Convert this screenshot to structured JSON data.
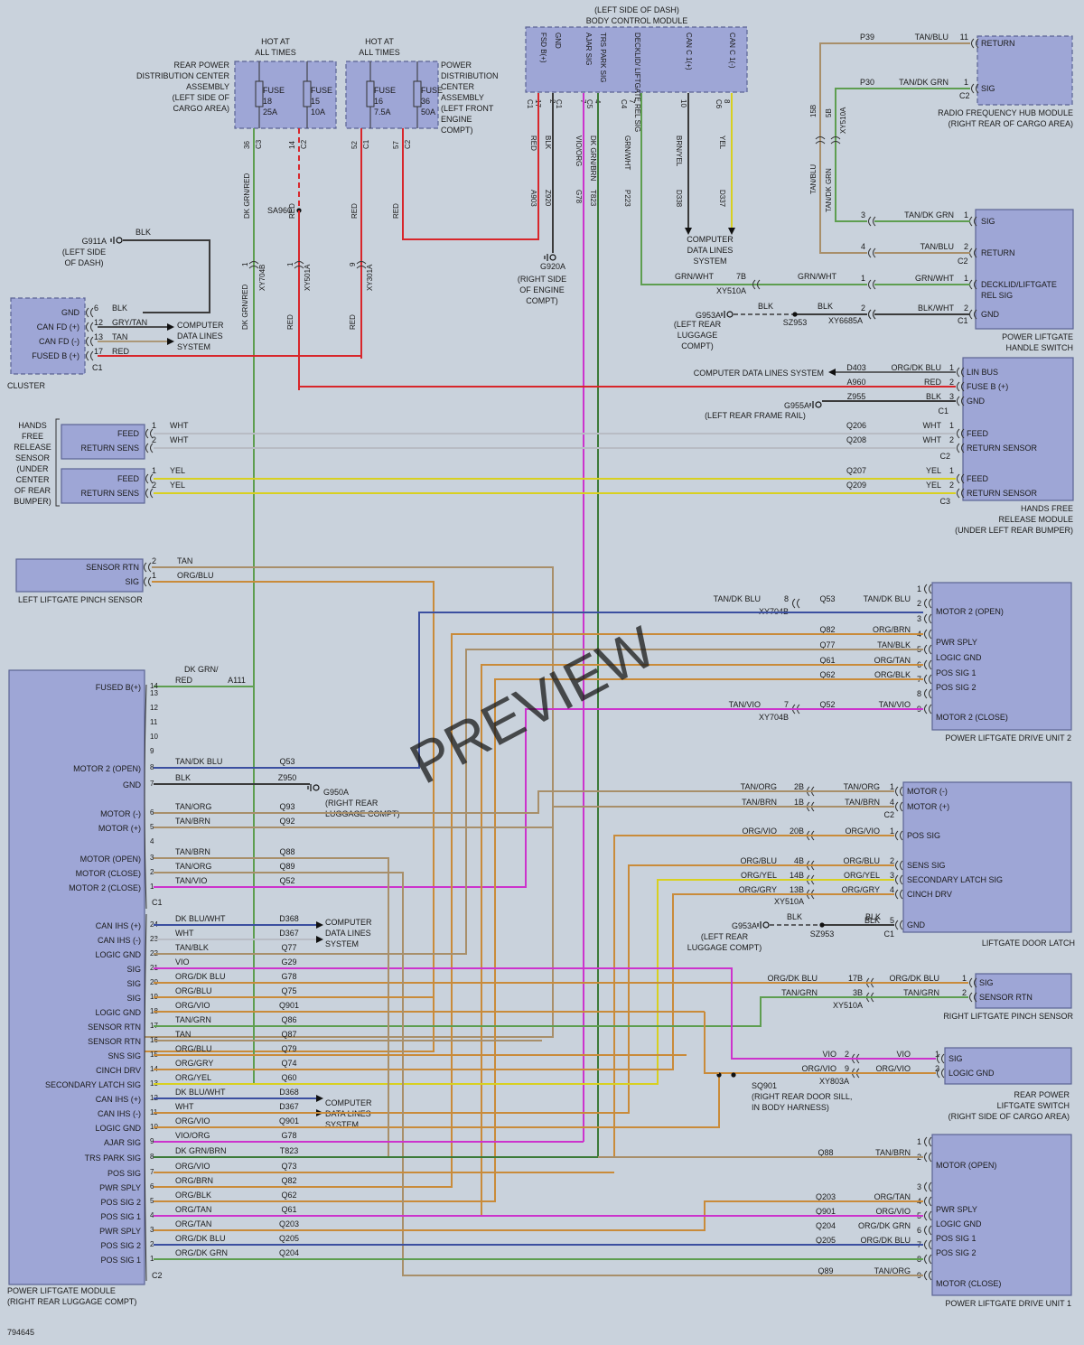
{
  "bcm": {
    "title": "BODY CONTROL MODULE",
    "loc": "(LEFT SIDE OF DASH)",
    "pins": [
      {
        "label": "FSD B(+)",
        "conn": "C1",
        "num": "17",
        "color": "RED",
        "circuit": "A903"
      },
      {
        "label": "GND",
        "conn": "",
        "num": "2",
        "color": "BLK",
        "circuit": "Z920"
      },
      {
        "label": "",
        "conn": "C1",
        "num": "",
        "color": "",
        "circuit": ""
      },
      {
        "label": "AJAR SIG",
        "conn": "",
        "num": "7",
        "color": "VIO/ORG",
        "circuit": "G78"
      },
      {
        "label": "TRS PARK SIG",
        "conn": "C5",
        "num": "4",
        "color": "DK GRN/BRN",
        "circuit": "T823"
      },
      {
        "label": "DECKLID/ LIFTGATE REL SIG",
        "conn": "C4",
        "num": "7",
        "color": "GRN/WHT",
        "circuit": "P223"
      },
      {
        "label": "CAN C 1(+)",
        "conn": "",
        "num": "10",
        "color": "BRN/YEL",
        "circuit": "D338"
      },
      {
        "label": "CAN C 1(-)",
        "conn": "C6",
        "num": "8",
        "color": "YEL",
        "circuit": "D337"
      }
    ],
    "g920a": "G920A",
    "g920a_loc": [
      "(RIGHT SIDE",
      "OF ENGINE",
      "COMPT)"
    ],
    "cdl": [
      "COMPUTER",
      "DATA LINES",
      "SYSTEM"
    ]
  },
  "hot_at_all_times": [
    "HOT AT",
    "ALL TIMES"
  ],
  "rear_pdc": {
    "name": [
      "REAR POWER",
      "DISTRIBUTION CENTER",
      "ASSEMBLY",
      "(LEFT SIDE OF",
      "CARGO AREA)"
    ],
    "fuses": [
      {
        "label": "FUSE",
        "num": "18",
        "amp": "25A"
      },
      {
        "label": "FUSE",
        "num": "15",
        "amp": "10A"
      }
    ],
    "pins": [
      {
        "num": "36",
        "conn": "C3",
        "color": "DK GRN/RED"
      },
      {
        "num": "14",
        "conn": "C2",
        "color": "RED"
      }
    ]
  },
  "front_pdc": {
    "name": [
      "POWER",
      "DISTRIBUTION",
      "CENTER",
      "ASSEMBLY",
      "(LEFT FRONT",
      "ENGINE",
      "COMPT)"
    ],
    "fuses": [
      {
        "label": "FUSE",
        "num": "16",
        "amp": "7.5A"
      },
      {
        "label": "FUSE",
        "num": "36",
        "amp": "50A"
      }
    ],
    "pins": [
      {
        "num": "52",
        "conn": "C1",
        "color": "RED"
      },
      {
        "num": "57",
        "conn": "C2",
        "color": "RED"
      }
    ]
  },
  "splice_sa960": "SA960",
  "inline_xy704b": {
    "pin": "1",
    "id": "XY704B",
    "color": "DK GRN/RED"
  },
  "inline_xy501a": {
    "pin": "1",
    "id": "XY501A",
    "color": "RED"
  },
  "inline_xy301a": {
    "pin": "9",
    "id": "XY301A",
    "color": "RED"
  },
  "g911a": {
    "id": "G911A",
    "color": "BLK",
    "loc": [
      "(LEFT SIDE",
      "OF DASH)"
    ]
  },
  "cluster": {
    "name": "CLUSTER",
    "conn": "C1",
    "pins": [
      {
        "label": "GND",
        "num": "6",
        "color": "BLK"
      },
      {
        "label": "CAN FD (+)",
        "num": "12",
        "color": "GRY/TAN"
      },
      {
        "label": "CAN FD (-)",
        "num": "13",
        "color": "TAN"
      },
      {
        "label": "FUSED B (+)",
        "num": "17",
        "color": "RED"
      }
    ],
    "cdl": [
      "COMPUTER",
      "DATA LINES",
      "SYSTEM"
    ]
  },
  "rf_hub": {
    "name": [
      "RADIO FREQUENCY HUB MODULE",
      "(RIGHT REAR OF CARGO AREA)"
    ],
    "conn": "C2",
    "pins": [
      {
        "label": "RETURN",
        "num": "11",
        "color": "TAN/BLU",
        "circuit": "P39"
      },
      {
        "label": "SIG",
        "num": "1",
        "color": "TAN/DK GRN",
        "circuit": "P30"
      }
    ]
  },
  "xy510a_top": {
    "id": "XY510A",
    "pins": [
      "15B",
      "5B"
    ],
    "colors": [
      "TAN/BLU",
      "TAN/DK GRN"
    ]
  },
  "handle_switch": {
    "name": [
      "POWER LIFTGATE",
      "HANDLE SWITCH"
    ],
    "conn_a": "C2",
    "conn_b": "C1",
    "pins": [
      {
        "label": "SIG",
        "num": "1",
        "left": "3",
        "color": "TAN/DK GRN"
      },
      {
        "label": "RETURN",
        "num": "2",
        "left": "4",
        "color": "TAN/BLU"
      },
      {
        "label": "DECKLID/LIFTGATE",
        "label2": "REL SIG",
        "num": "1",
        "left": "1",
        "color": "GRN/WHT"
      },
      {
        "label": "GND",
        "num": "2",
        "left": "2",
        "color": "BLK/WHT"
      }
    ],
    "xy510a": "XY510A",
    "xy510a_pin": "7B",
    "xy510a_color": "GRN/WHT",
    "xy6685a": "XY6685A",
    "sz953": "SZ953",
    "g953a": "G953A",
    "blk": "BLK",
    "g953a_loc": [
      "(LEFT REAR",
      "LUGGAGE",
      "COMPT)"
    ]
  },
  "hfr_module": {
    "name": [
      "HANDS FREE",
      "RELEASE MODULE",
      "(UNDER LEFT REAR BUMPER)"
    ],
    "c1": [
      {
        "label": "LIN BUS",
        "num": "1",
        "circuit": "D403",
        "color": "ORG/DK BLU"
      },
      {
        "label": "FUSE B (+)",
        "num": "2",
        "circuit": "A960",
        "color": "RED"
      },
      {
        "label": "GND",
        "num": "3",
        "circuit": "Z955",
        "color": "BLK"
      }
    ],
    "cdl": "COMPUTER DATA LINES SYSTEM",
    "g955a": "G955A",
    "g955a_loc": "(LEFT REAR FRAME RAIL)",
    "c2": [
      {
        "label": "FEED",
        "num": "1",
        "circuit": "Q206",
        "color": "WHT"
      },
      {
        "label": "RETURN SENSOR",
        "num": "2",
        "circuit": "Q208",
        "color": "WHT"
      }
    ],
    "c3": [
      {
        "label": "FEED",
        "num": "1",
        "circuit": "Q207",
        "color": "YEL"
      },
      {
        "label": "RETURN SENSOR",
        "num": "2",
        "circuit": "Q209",
        "color": "YEL"
      }
    ],
    "conns": [
      "C1",
      "C2",
      "C3"
    ]
  },
  "hfr_sensor": {
    "name": [
      "HANDS",
      "FREE",
      "RELEASE",
      "SENSOR",
      "(UNDER",
      "CENTER",
      "OF REAR",
      "BUMPER)"
    ],
    "a": [
      {
        "label": "FEED",
        "num": "1",
        "color": "WHT"
      },
      {
        "label": "RETURN SENS",
        "num": "2",
        "color": "WHT"
      }
    ],
    "b": [
      {
        "label": "FEED",
        "num": "1",
        "color": "YEL"
      },
      {
        "label": "RETURN SENS",
        "num": "2",
        "color": "YEL"
      }
    ]
  },
  "left_pinch": {
    "name": "LEFT LIFTGATE PINCH SENSOR",
    "pins": [
      {
        "label": "SENSOR RTN",
        "num": "2",
        "color": "TAN"
      },
      {
        "label": "SIG",
        "num": "1",
        "color": "ORG/BLU"
      }
    ]
  },
  "drive_unit_2": {
    "name": "POWER LIFTGATE DRIVE UNIT 2",
    "pins": [
      {
        "num": "1",
        "label": "",
        "circuit": "",
        "color": "",
        "xy": ""
      },
      {
        "num": "2",
        "label": "MOTOR 2 (OPEN)",
        "circuit": "Q53",
        "color": "TAN/DK BLU",
        "xy": "8",
        "xycolor": "TAN/DK BLU"
      },
      {
        "num": "3",
        "label": "",
        "circuit": "",
        "color": ""
      },
      {
        "num": "4",
        "label": "PWR SPLY",
        "circuit": "Q82",
        "color": "ORG/BRN"
      },
      {
        "num": "5",
        "label": "LOGIC GND",
        "circuit": "Q77",
        "color": "TAN/BLK"
      },
      {
        "num": "6",
        "label": "POS SIG 1",
        "circuit": "Q61",
        "color": "ORG/TAN"
      },
      {
        "num": "7",
        "label": "POS SIG 2",
        "circuit": "Q62",
        "color": "ORG/BLK"
      },
      {
        "num": "8",
        "label": "",
        "circuit": "",
        "color": ""
      },
      {
        "num": "9",
        "label": "MOTOR 2 (CLOSE)",
        "circuit": "Q52",
        "color": "TAN/VIO",
        "xy": "7",
        "xycolor": "TAN/VIO"
      }
    ],
    "xy704b": "XY704B"
  },
  "door_latch": {
    "name": "LIFTGATE DOOR LATCH",
    "xy510a": "XY510A",
    "c2": [
      {
        "label": "MOTOR (-)",
        "num": "1",
        "left": "2B",
        "color": "TAN/ORG"
      },
      {
        "label": "MOTOR (+)",
        "num": "4",
        "left": "1B",
        "color": "TAN/BRN"
      }
    ],
    "c1": [
      {
        "label": "POS SIG",
        "num": "1",
        "left": "20B",
        "color": "ORG/VIO"
      },
      {
        "label": "SENS SIG",
        "num": "2",
        "left": "4B",
        "color": "ORG/BLU"
      },
      {
        "label": "SECONDARY LATCH SIG",
        "num": "3",
        "left": "14B",
        "color": "ORG/YEL"
      },
      {
        "label": "CINCH DRV",
        "num": "4",
        "left": "13B",
        "color": "ORG/GRY"
      },
      {
        "label": "GND",
        "num": "5",
        "left": "",
        "color": "BLK"
      }
    ],
    "conns": [
      "C2",
      "C1"
    ],
    "g953a": "G953A",
    "sz953": "SZ953",
    "blk": "BLK",
    "g953a_loc": [
      "(LEFT REAR",
      "LUGGAGE COMPT)"
    ]
  },
  "right_pinch": {
    "name": "RIGHT LIFTGATE PINCH SENSOR",
    "xy510a": "XY510A",
    "pins": [
      {
        "label": "SIG",
        "num": "1",
        "left": "17B",
        "color": "ORG/DK BLU"
      },
      {
        "label": "SENSOR RTN",
        "num": "2",
        "left": "3B",
        "color": "TAN/GRN"
      }
    ]
  },
  "rear_switch": {
    "name": [
      "REAR POWER",
      "LIFTGATE SWITCH",
      "(RIGHT SIDE OF CARGO AREA)"
    ],
    "xy803a": "XY803A",
    "pins": [
      {
        "label": "SIG",
        "num": "1",
        "left": "2",
        "color": "VIO"
      },
      {
        "label": "LOGIC GND",
        "num": "2",
        "left": "9",
        "color": "ORG/VIO"
      }
    ]
  },
  "sq901": {
    "id": "SQ901",
    "loc": [
      "(RIGHT REAR DOOR SILL,",
      "IN BODY HARNESS)"
    ]
  },
  "drive_unit_1": {
    "name": "POWER LIFTGATE DRIVE UNIT 1",
    "pins": [
      {
        "num": "1",
        "label": "",
        "circuit": "",
        "color": ""
      },
      {
        "num": "2",
        "label": "MOTOR (OPEN)",
        "circuit": "Q88",
        "color": "TAN/BRN"
      },
      {
        "num": "3",
        "label": "",
        "circuit": "",
        "color": ""
      },
      {
        "num": "4",
        "label": "PWR SPLY",
        "circuit": "Q203",
        "color": "ORG/TAN"
      },
      {
        "num": "5",
        "label": "LOGIC GND",
        "circuit": "Q901",
        "color": "ORG/VIO"
      },
      {
        "num": "6",
        "label": "POS SIG 1",
        "circuit": "Q204",
        "color": "ORG/DK GRN"
      },
      {
        "num": "7",
        "label": "POS SIG 2",
        "circuit": "Q205",
        "color": "ORG/DK BLU"
      },
      {
        "num": "8",
        "label": "",
        "circuit": "",
        "color": ""
      },
      {
        "num": "9",
        "label": "MOTOR (CLOSE)",
        "circuit": "Q89",
        "color": "TAN/ORG"
      }
    ]
  },
  "plm": {
    "name": [
      "POWER LIFTGATE MODULE",
      "(RIGHT REAR LUGGAGE COMPT)"
    ],
    "a111": {
      "circuit": "A111",
      "color": [
        "DK GRN/",
        "RED"
      ]
    },
    "g950a": "G950A",
    "g950a_loc": [
      "(RIGHT REAR",
      "LUGGAGE COMPT)"
    ],
    "cdl": [
      "COMPUTER",
      "DATA LINES",
      "SYSTEM"
    ],
    "c1": [
      {
        "num": "14",
        "label": "FUSED B(+)",
        "color": "",
        "circuit": ""
      },
      {
        "num": "13",
        "label": "",
        "color": "",
        "circuit": ""
      },
      {
        "num": "12",
        "label": "",
        "color": "",
        "circuit": ""
      },
      {
        "num": "11",
        "label": "",
        "color": "",
        "circuit": ""
      },
      {
        "num": "10",
        "label": "",
        "color": "",
        "circuit": ""
      },
      {
        "num": "9",
        "label": "",
        "color": "",
        "circuit": ""
      },
      {
        "num": "8",
        "label": "MOTOR 2 (OPEN)",
        "color": "TAN/DK BLU",
        "circuit": "Q53"
      },
      {
        "num": "7",
        "label": "GND",
        "color": "BLK",
        "circuit": "Z950"
      },
      {
        "num": "6",
        "label": "MOTOR (-)",
        "color": "TAN/ORG",
        "circuit": "Q93"
      },
      {
        "num": "5",
        "label": "MOTOR (+)",
        "color": "TAN/BRN",
        "circuit": "Q92"
      },
      {
        "num": "4",
        "label": "",
        "color": "",
        "circuit": ""
      },
      {
        "num": "3",
        "label": "MOTOR (OPEN)",
        "color": "TAN/BRN",
        "circuit": "Q88"
      },
      {
        "num": "2",
        "label": "MOTOR (CLOSE)",
        "color": "TAN/ORG",
        "circuit": "Q89"
      },
      {
        "num": "1",
        "label": "MOTOR 2 (CLOSE)",
        "color": "TAN/VIO",
        "circuit": "Q52"
      }
    ],
    "c2": [
      {
        "num": "24",
        "label": "CAN IHS (+)",
        "color": "DK BLU/WHT",
        "circuit": "D368"
      },
      {
        "num": "23",
        "label": "CAN IHS (-)",
        "color": "WHT",
        "circuit": "D367"
      },
      {
        "num": "22",
        "label": "LOGIC GND",
        "color": "TAN/BLK",
        "circuit": "Q77"
      },
      {
        "num": "21",
        "label": "SIG",
        "color": "VIO",
        "circuit": "G29"
      },
      {
        "num": "20",
        "label": "SIG",
        "color": "ORG/DK BLU",
        "circuit": "G78"
      },
      {
        "num": "19",
        "label": "SIG",
        "color": "ORG/BLU",
        "circuit": "Q75"
      },
      {
        "num": "18",
        "label": "LOGIC GND",
        "color": "ORG/VIO",
        "circuit": "Q901"
      },
      {
        "num": "17",
        "label": "SENSOR RTN",
        "color": "TAN/GRN",
        "circuit": "Q86"
      },
      {
        "num": "16",
        "label": "SENSOR RTN",
        "color": "TAN",
        "circuit": "Q87"
      },
      {
        "num": "15",
        "label": "SNS SIG",
        "color": "ORG/BLU",
        "circuit": "Q79"
      },
      {
        "num": "14",
        "label": "CINCH DRV",
        "color": "ORG/GRY",
        "circuit": "Q74"
      },
      {
        "num": "13",
        "label": "SECONDARY LATCH SIG",
        "color": "ORG/YEL",
        "circuit": "Q60"
      },
      {
        "num": "12",
        "label": "CAN IHS (+)",
        "color": "DK BLU/WHT",
        "circuit": "D368"
      },
      {
        "num": "11",
        "label": "CAN IHS (-)",
        "color": "WHT",
        "circuit": "D367"
      },
      {
        "num": "10",
        "label": "LOGIC GND",
        "color": "ORG/VIO",
        "circuit": "Q901"
      },
      {
        "num": "9",
        "label": "AJAR SIG",
        "color": "VIO/ORG",
        "circuit": "G78"
      },
      {
        "num": "8",
        "label": "TRS PARK SIG",
        "color": "DK GRN/BRN",
        "circuit": "T823"
      },
      {
        "num": "7",
        "label": "POS SIG",
        "color": "ORG/VIO",
        "circuit": "Q73"
      },
      {
        "num": "6",
        "label": "PWR SPLY",
        "color": "ORG/BRN",
        "circuit": "Q82"
      },
      {
        "num": "5",
        "label": "POS SIG 2",
        "color": "ORG/BLK",
        "circuit": "Q62"
      },
      {
        "num": "4",
        "label": "POS SIG 1",
        "color": "ORG/TAN",
        "circuit": "Q61"
      },
      {
        "num": "3",
        "label": "PWR SPLY",
        "color": "ORG/TAN",
        "circuit": "Q203"
      },
      {
        "num": "2",
        "label": "POS SIG 2",
        "color": "ORG/DK BLU",
        "circuit": "Q205"
      },
      {
        "num": "1",
        "label": "POS SIG 1",
        "color": "ORG/DK GRN",
        "circuit": "Q204"
      }
    ],
    "conns": [
      "C1",
      "C2"
    ]
  },
  "watermark": "PREVIEW",
  "doc_id": "794645",
  "colors": {
    "box_fill": "#9ea6d6",
    "box_stroke": "#5b6394",
    "bg": "#c9d2dc",
    "red": "#d8262b",
    "yel": "#d8d020",
    "wht": "#b8bcc4",
    "grn": "#5e9e50",
    "vio": "#cc33cc",
    "tan": "#a88f6a",
    "org": "#c98b3a",
    "blk": "#3b3b3b",
    "dkgrn": "#3c7a38",
    "blu": "#3b4fa0"
  }
}
